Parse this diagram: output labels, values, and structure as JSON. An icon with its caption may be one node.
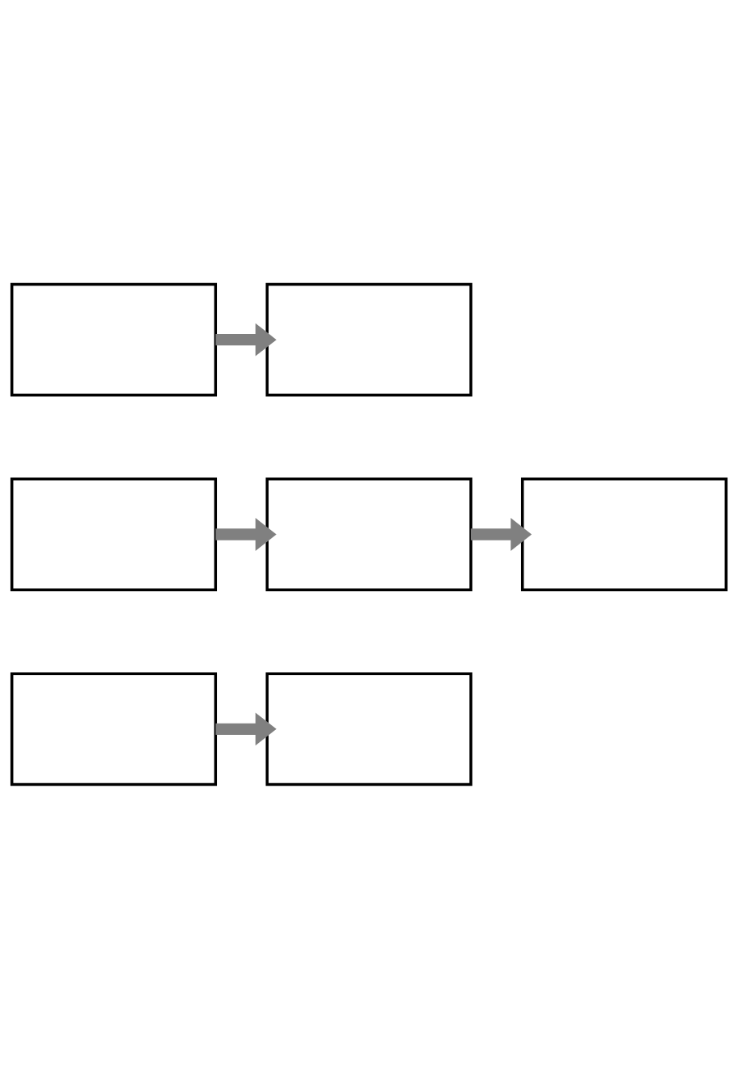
{
  "diagram": {
    "nodes": [
      {
        "text": [],
        "shape": "box"
      },
      {
        "text": [],
        "shape": "box"
      },
      {
        "text": [],
        "shape": "box"
      },
      {
        "text": [],
        "shape": "box"
      },
      {
        "text": [],
        "shape": "box"
      },
      {
        "text": [],
        "shape": "box"
      },
      {
        "text": [],
        "shape": "box"
      }
    ],
    "edges": [
      {
        "from": 0,
        "to": 1,
        "arrow": "to"
      },
      {
        "from": 2,
        "to": 3,
        "arrow": "to"
      },
      {
        "from": 3,
        "to": 4,
        "arrow": "to"
      },
      {
        "from": 5,
        "to": 6,
        "arrow": "to"
      }
    ]
  }
}
